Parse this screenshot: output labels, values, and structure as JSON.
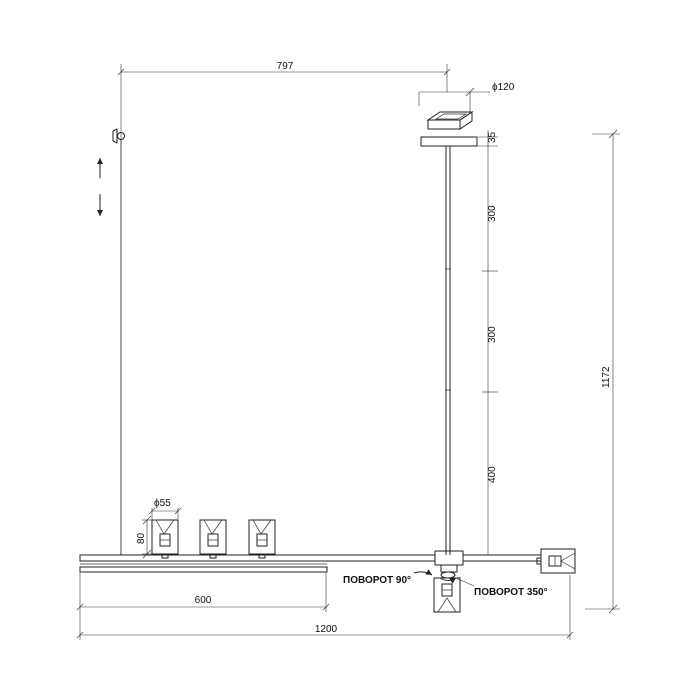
{
  "dimensions": {
    "rod_spacing": "797",
    "canopy_diameter": "ϕ120",
    "canopy_height": "35",
    "rod_segment_1": "300",
    "rod_segment_2": "300",
    "rod_segment_3": "400",
    "total_height": "1172",
    "shade_diameter": "ϕ55",
    "shade_height": "80",
    "arm_length": "600",
    "total_length": "1200"
  },
  "annotations": {
    "rotation_90": "ПОВОРОТ 90°",
    "rotation_350": "ПОВОРОТ 350°"
  }
}
